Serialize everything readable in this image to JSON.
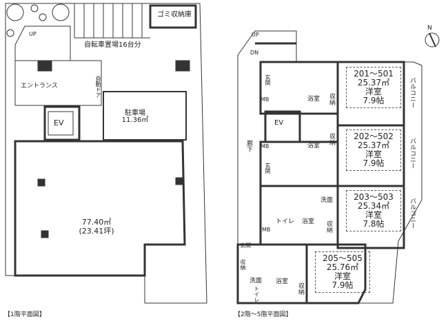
{
  "floor1": {
    "caption": "【1階平面図】",
    "garbage": "ゴミ収納庫",
    "bicycle": "自転車置場16台分",
    "up": "UP",
    "entrance": "エントランス",
    "auto_door": "自動ドア",
    "ev": "EV",
    "parking": "駐車場",
    "parking_area": "11.36㎡",
    "tenant_area": "77.40㎡",
    "tenant_tsubo": "(23.41坪)"
  },
  "floor2": {
    "caption": "【2階～5階平面図】",
    "up": "UP",
    "dn": "DN",
    "ev": "EV",
    "corridor": "廊下",
    "balcony": "バルコニー",
    "bath": "浴室",
    "storage": "収納",
    "toilet": "トイレ",
    "washroom": "洗面",
    "genkan": "玄関",
    "mb": "MB",
    "units": [
      {
        "number": "201～501",
        "area": "25.37㎡",
        "room": "洋室",
        "size": "7.9帖"
      },
      {
        "number": "202～502",
        "area": "25.37㎡",
        "room": "洋室",
        "size": "7.9帖"
      },
      {
        "number": "203～503",
        "area": "25.34㎡",
        "room": "洋室",
        "size": "7.8帖"
      },
      {
        "number": "205～505",
        "area": "25.76㎡",
        "room": "洋室",
        "size": "7.9帖"
      }
    ]
  },
  "compass": {
    "label": "N"
  }
}
